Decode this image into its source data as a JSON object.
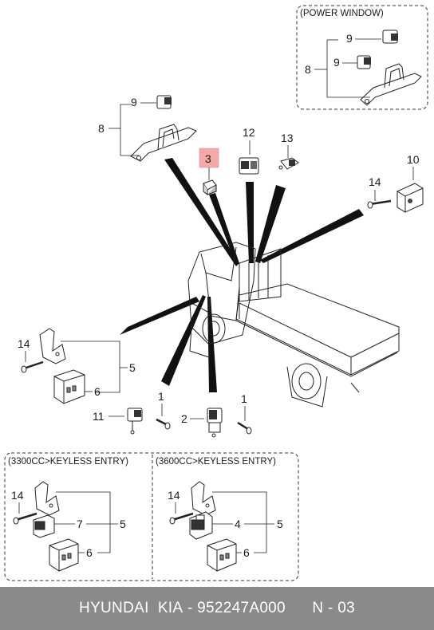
{
  "boxes": {
    "power_window": "(POWER WINDOW)",
    "keyless_3300": "(3300CC>KEYLESS ENTRY)",
    "keyless_3600": "(3600CC>KEYLESS ENTRY)"
  },
  "callouts": {
    "pw_9a": "9",
    "pw_9b": "9",
    "pw_8": "8",
    "main_9": "9",
    "main_8": "8",
    "item_3": "3",
    "item_12": "12",
    "item_13": "13",
    "item_10": "10",
    "item_14": "14",
    "left_14": "14",
    "left_5": "5",
    "left_6": "6",
    "bot_1a": "1",
    "bot_11": "11",
    "bot_1b": "1",
    "bot_2": "2",
    "k33_14": "14",
    "k33_7": "7",
    "k33_5": "5",
    "k33_6": "6",
    "k36_14": "14",
    "k36_4": "4",
    "k36_5": "5",
    "k36_6": "6"
  },
  "footer": {
    "brand": "HYUNDAI  KIA",
    "part_number": "- 952247A000",
    "page_code": "N - 03"
  },
  "colors": {
    "highlight_fill": "#f4a8a8",
    "footer_bg": "#8a8a8a"
  }
}
